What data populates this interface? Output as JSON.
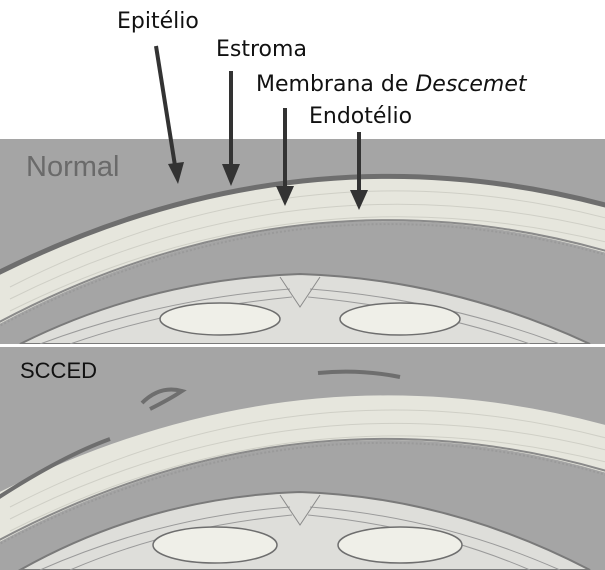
{
  "labels": {
    "epitelio": "Epitélio",
    "estroma": "Estroma",
    "membrana_prefix": "Membrana de ",
    "membrana_italic": "Descemet",
    "endotelio": "Endotélio"
  },
  "panels": {
    "normal": {
      "label": "Normal"
    },
    "scced": {
      "label": "SCCED"
    }
  },
  "colors": {
    "background": "#a5a5a5",
    "stroma": "#e6e6dd",
    "epithelium": "#6e6e6e",
    "lens": "#e3e3db",
    "arrow": "#333333",
    "text": "#111111"
  }
}
